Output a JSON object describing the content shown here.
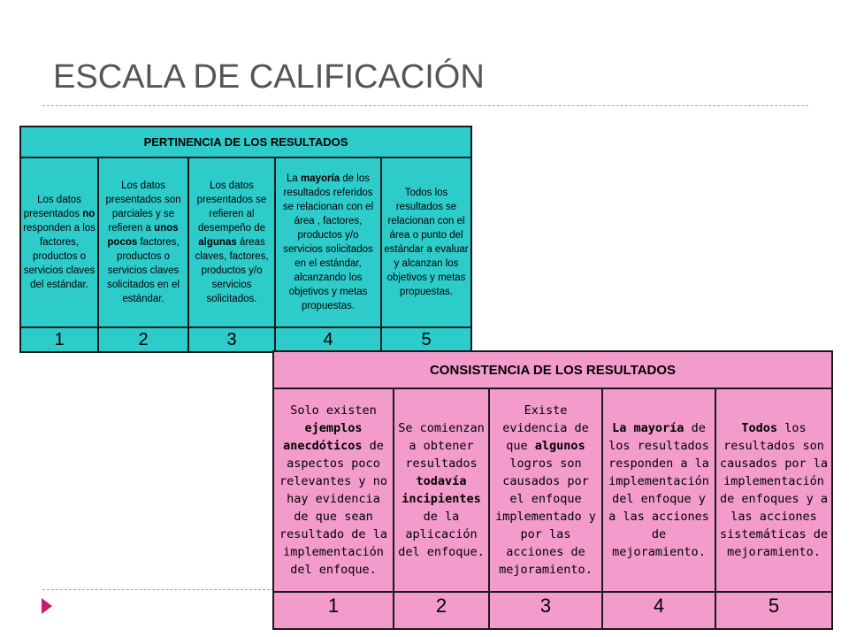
{
  "slide": {
    "title": "ESCALA DE CALIFICACIÓN"
  },
  "pertinencia": {
    "header": "PERTINENCIA DE LOS RESULTADOS",
    "levels": [
      [
        "Los datos presentados ",
        {
          "b": "no"
        },
        " responden a los factores, productos o servicios claves del estándar."
      ],
      [
        "Los datos presentados son parciales y se refieren a ",
        {
          "b": "unos pocos"
        },
        " factores, productos o servicios claves solicitados en el estándar."
      ],
      [
        "Los datos presentados se refieren al desempeño de ",
        {
          "b": "algunas"
        },
        " áreas claves, factores, productos y/o servicios solicitados."
      ],
      [
        "La ",
        {
          "b": "mayoría"
        },
        " de los resultados referidos se relacionan con el área , factores, productos y/o servicios solicitados en el estándar, alcanzando los objetivos y metas propuestas."
      ],
      [
        "Todos los resultados se relacionan con el área o punto del estándar a evaluar  y alcanzan los objetivos y metas propuestas."
      ]
    ],
    "scores": [
      "1",
      "2",
      "3",
      "4",
      "5"
    ]
  },
  "consistencia": {
    "header": "CONSISTENCIA DE LOS RESULTADOS",
    "levels": [
      [
        "Solo existen ",
        {
          "b": "ejemplos anecdóticos"
        },
        " de aspectos poco relevantes y no hay evidencia de que sean resultado de la implementación del enfoque."
      ],
      [
        "Se comienzan a obtener resultados ",
        {
          "b": "todavía incipientes"
        },
        " de la aplicación del enfoque."
      ],
      [
        "Existe evidencia de que ",
        {
          "b": "algunos"
        },
        " logros son causados por el enfoque implementado y por las acciones de mejoramiento."
      ],
      [
        {
          "b": "La mayoría"
        },
        " de los resultados responden a la implementación del enfoque y a las acciones de mejoramiento."
      ],
      [
        {
          "b": "Todos"
        },
        " los resultados son causados por la implementación de enfoques y a las acciones sistemáticas de mejoramiento."
      ]
    ],
    "scores": [
      "1",
      "2",
      "3",
      "4",
      "5"
    ]
  },
  "colors": {
    "pertinencia_bg": "#2ecbcb",
    "consistencia_bg": "#f39ccb",
    "accent": "#c8196a",
    "title": "#555555"
  },
  "icons": {
    "bullet": "triangle-arrow-right-icon"
  }
}
